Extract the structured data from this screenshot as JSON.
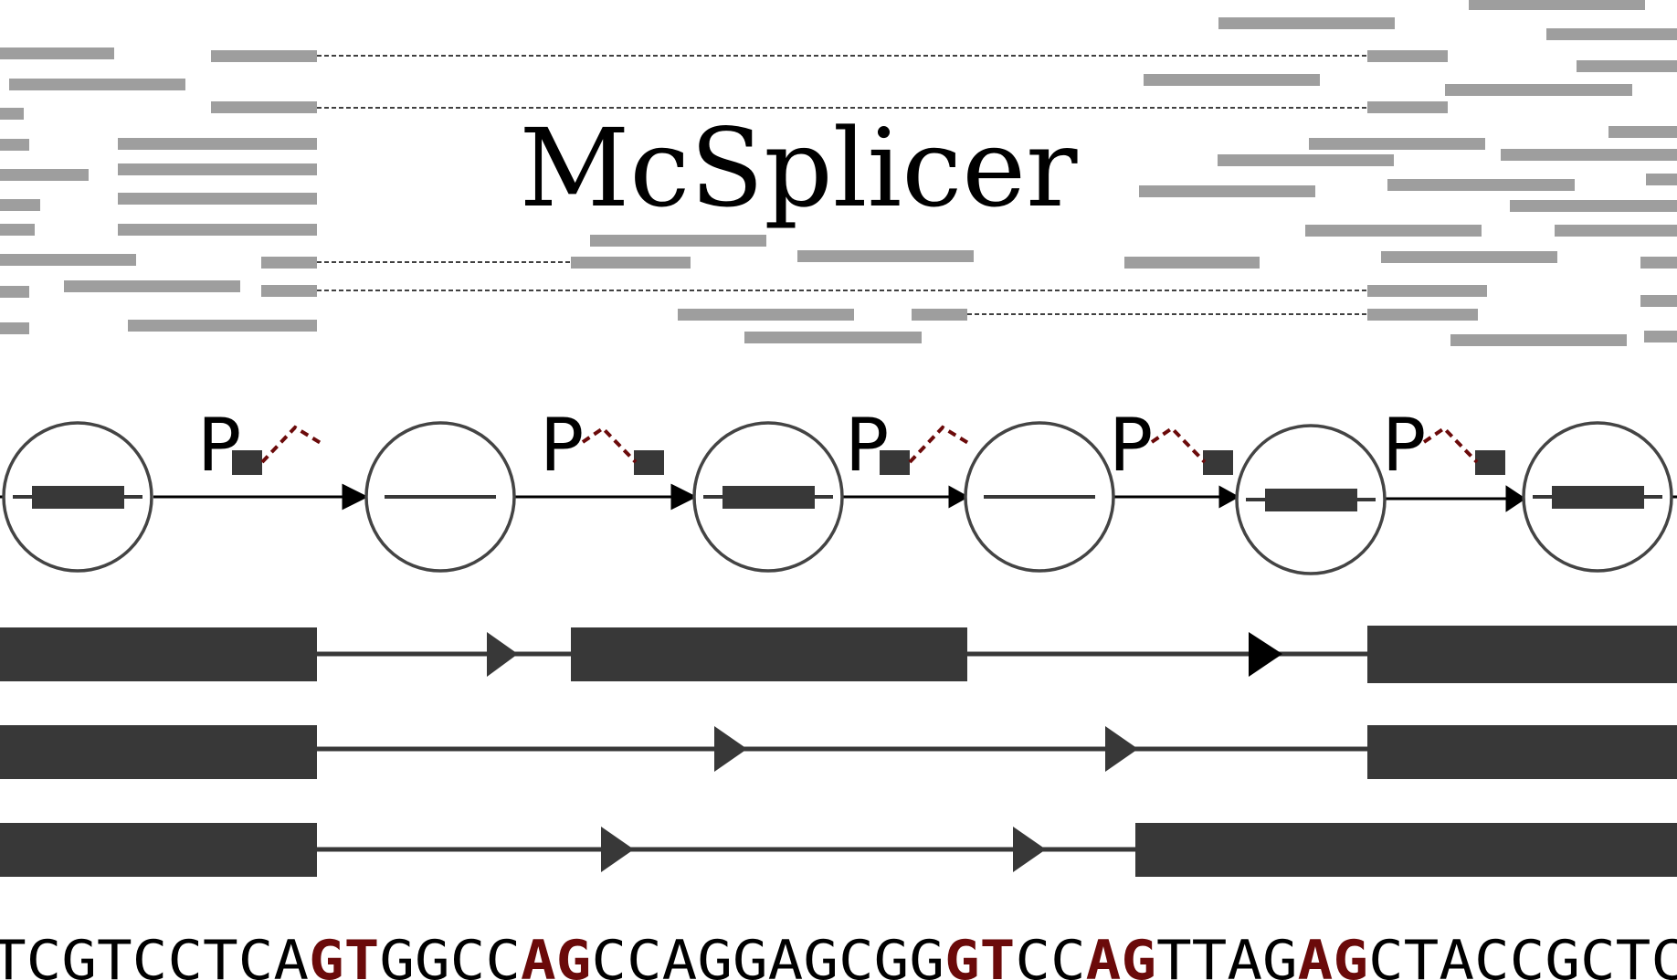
{
  "title": "McSplicer",
  "state_label": "P",
  "sequence": {
    "segments": [
      {
        "text": "TCGTCCTCA",
        "highlight": false
      },
      {
        "text": "GT",
        "highlight": true
      },
      {
        "text": "GGCC",
        "highlight": false
      },
      {
        "text": "AG",
        "highlight": true
      },
      {
        "text": "CCAGGAGCGG",
        "highlight": false
      },
      {
        "text": "GT",
        "highlight": true
      },
      {
        "text": "CC",
        "highlight": false
      },
      {
        "text": "AG",
        "highlight": true
      },
      {
        "text": "TTAG",
        "highlight": false
      },
      {
        "text": "AG",
        "highlight": true
      },
      {
        "text": "CTACCGCTC",
        "highlight": false
      }
    ]
  },
  "colors": {
    "read": "#9e9e9e",
    "feature": "#383838",
    "state_outline": "#444444",
    "splice_link": "#6b0a0a",
    "highlight_base": "#6b0a0a",
    "text": "#000000"
  }
}
